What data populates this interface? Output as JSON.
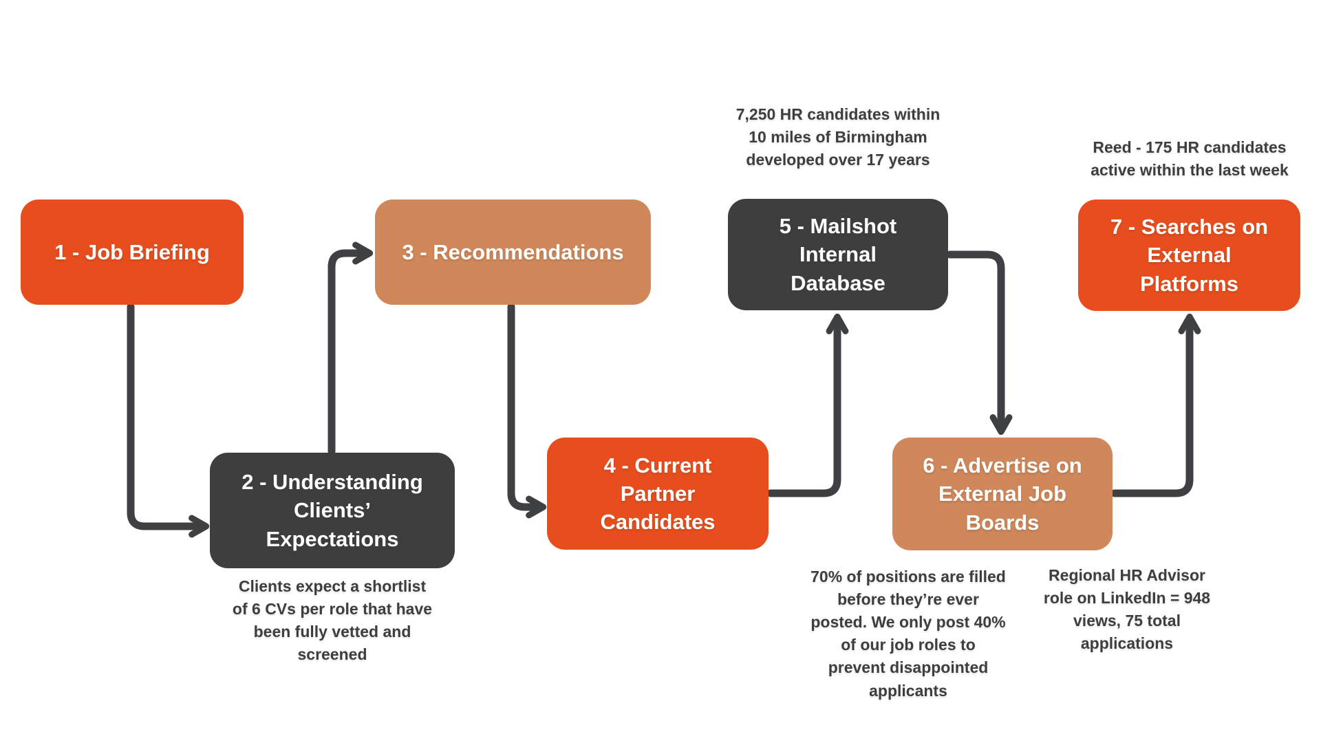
{
  "title": "Recruitment process flow diagram",
  "colors": {
    "step_orange": "#E84E1D",
    "step_tan": "#D0885A",
    "step_dark": "#3E3E3E",
    "arrow": "#3E4043",
    "note_text": "#3E3E3E",
    "background": "#FFFFFF"
  },
  "nodes": [
    {
      "id": 1,
      "label": "1 - Job Briefing",
      "variant": "orange"
    },
    {
      "id": 2,
      "label": "2 - Understanding\nClients’\nExpectations",
      "variant": "dark"
    },
    {
      "id": 3,
      "label": "3 - Recommendations",
      "variant": "tan"
    },
    {
      "id": 4,
      "label": "4 - Current\nPartner\nCandidates",
      "variant": "orange"
    },
    {
      "id": 5,
      "label": "5 - Mailshot\nInternal\nDatabase",
      "variant": "dark"
    },
    {
      "id": 6,
      "label": "6 - Advertise on\nExternal Job\nBoards",
      "variant": "tan"
    },
    {
      "id": 7,
      "label": "7 - Searches on\nExternal\nPlatforms",
      "variant": "orange"
    }
  ],
  "notes": [
    {
      "id": "database-stat",
      "attached_to": 5,
      "position": "above",
      "text": "7,250 HR candidates within\n10 miles of Birmingham\ndeveloped over 17 years"
    },
    {
      "id": "reed-stat",
      "attached_to": 7,
      "position": "above",
      "text": "Reed - 175 HR candidates\nactive within the last week"
    },
    {
      "id": "shortlist-note",
      "attached_to": 2,
      "position": "below",
      "text": "Clients expect a shortlist\nof 6 CVs per role that have\nbeen fully vetted and\nscreened"
    },
    {
      "id": "positions-note",
      "attached_to": 6,
      "position": "below-left",
      "text": "70% of positions are filled\nbefore they’re ever\nposted. We only post 40%\nof our job roles to\nprevent disappointed\napplicants"
    },
    {
      "id": "linkedin-stat",
      "attached_to": 6,
      "position": "below-right",
      "text": "Regional HR Advisor\nrole on LinkedIn = 948\nviews, 75 total\napplications"
    }
  ],
  "edges": [
    {
      "from": 1,
      "to": 2
    },
    {
      "from": 2,
      "to": 3
    },
    {
      "from": 3,
      "to": 4
    },
    {
      "from": 4,
      "to": 5
    },
    {
      "from": 5,
      "to": 6
    },
    {
      "from": 6,
      "to": 7
    }
  ]
}
